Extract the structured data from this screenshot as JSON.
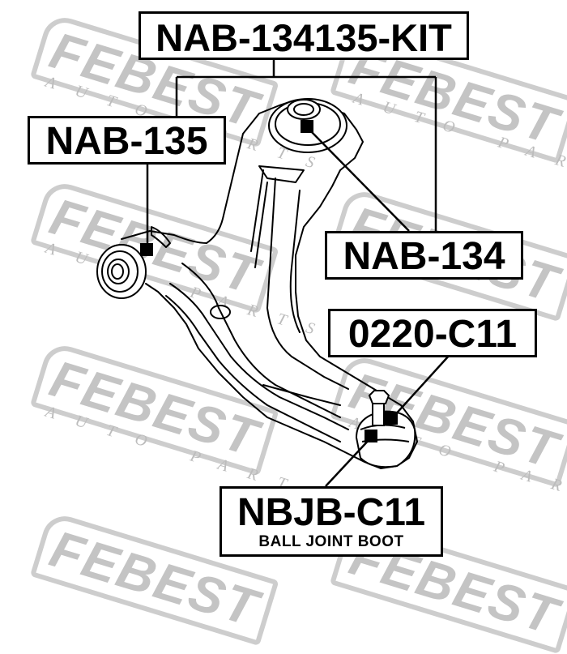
{
  "watermark": {
    "brand": "FEBEST",
    "tagline": "AUTO PARTS",
    "color": "#c4c4c4"
  },
  "labels": {
    "kit": {
      "part_number": "NAB-134135-KIT"
    },
    "rear_bushing": {
      "part_number": "NAB-135"
    },
    "front_bushing": {
      "part_number": "NAB-134"
    },
    "ball_joint": {
      "part_number": "0220-C11"
    },
    "ball_joint_boot": {
      "part_number": "NBJB-C11",
      "description": "BALL JOINT BOOT"
    }
  },
  "colors": {
    "line": "#000000",
    "background": "#ffffff",
    "watermark": "#c4c4c4"
  }
}
